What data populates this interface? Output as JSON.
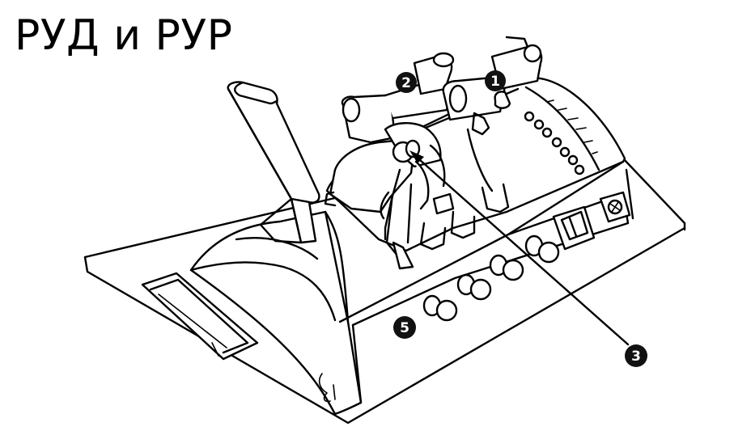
{
  "title": "РУД и РУР",
  "callouts": {
    "c1": "1",
    "c2": "2",
    "c3": "3",
    "c5": "5"
  },
  "colors": {
    "line": "#000000",
    "callout": "#111111",
    "background": "#ffffff"
  }
}
